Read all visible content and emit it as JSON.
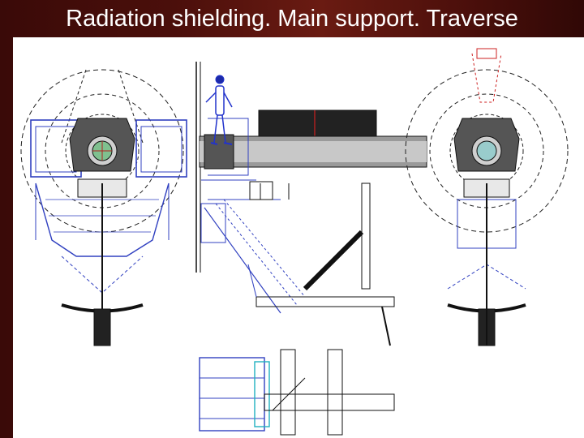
{
  "slide": {
    "title": "Radiation shielding. Main support. Traverse"
  },
  "colors": {
    "background": "#4b0f0b",
    "title_text": "#ffffff",
    "panel": "#ffffff",
    "blue_lines": "#3040c0",
    "black_lines": "#111111",
    "red_lines": "#cc2020",
    "cyan_lines": "#20b0c0",
    "worker": "#2233cc"
  },
  "drawing": {
    "views": [
      "left-section-view",
      "side-elevation-view",
      "right-section-view",
      "plan-view"
    ]
  }
}
